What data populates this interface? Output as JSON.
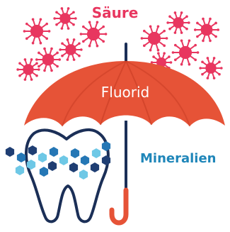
{
  "labels": {
    "acid": "Säure",
    "fluoride": "Fluorid",
    "minerals": "Mineralien"
  },
  "colors": {
    "acid": "#e8365f",
    "umbrella": "#e65337",
    "umbrella_shade": "#c43a22",
    "fluoride_text": "#ffffff",
    "minerals_text": "#1f86b9",
    "tooth_outline": "#1b2f57",
    "handle": "#e65337",
    "hex_dark": "#1f3e73",
    "hex_mid": "#2577b5",
    "hex_light": "#6ec8e6"
  },
  "icons": {
    "acid": "virus-particle-icon",
    "umbrella": "umbrella-icon",
    "tooth": "tooth-icon",
    "minerals": "hexagon-mineral-icon"
  }
}
